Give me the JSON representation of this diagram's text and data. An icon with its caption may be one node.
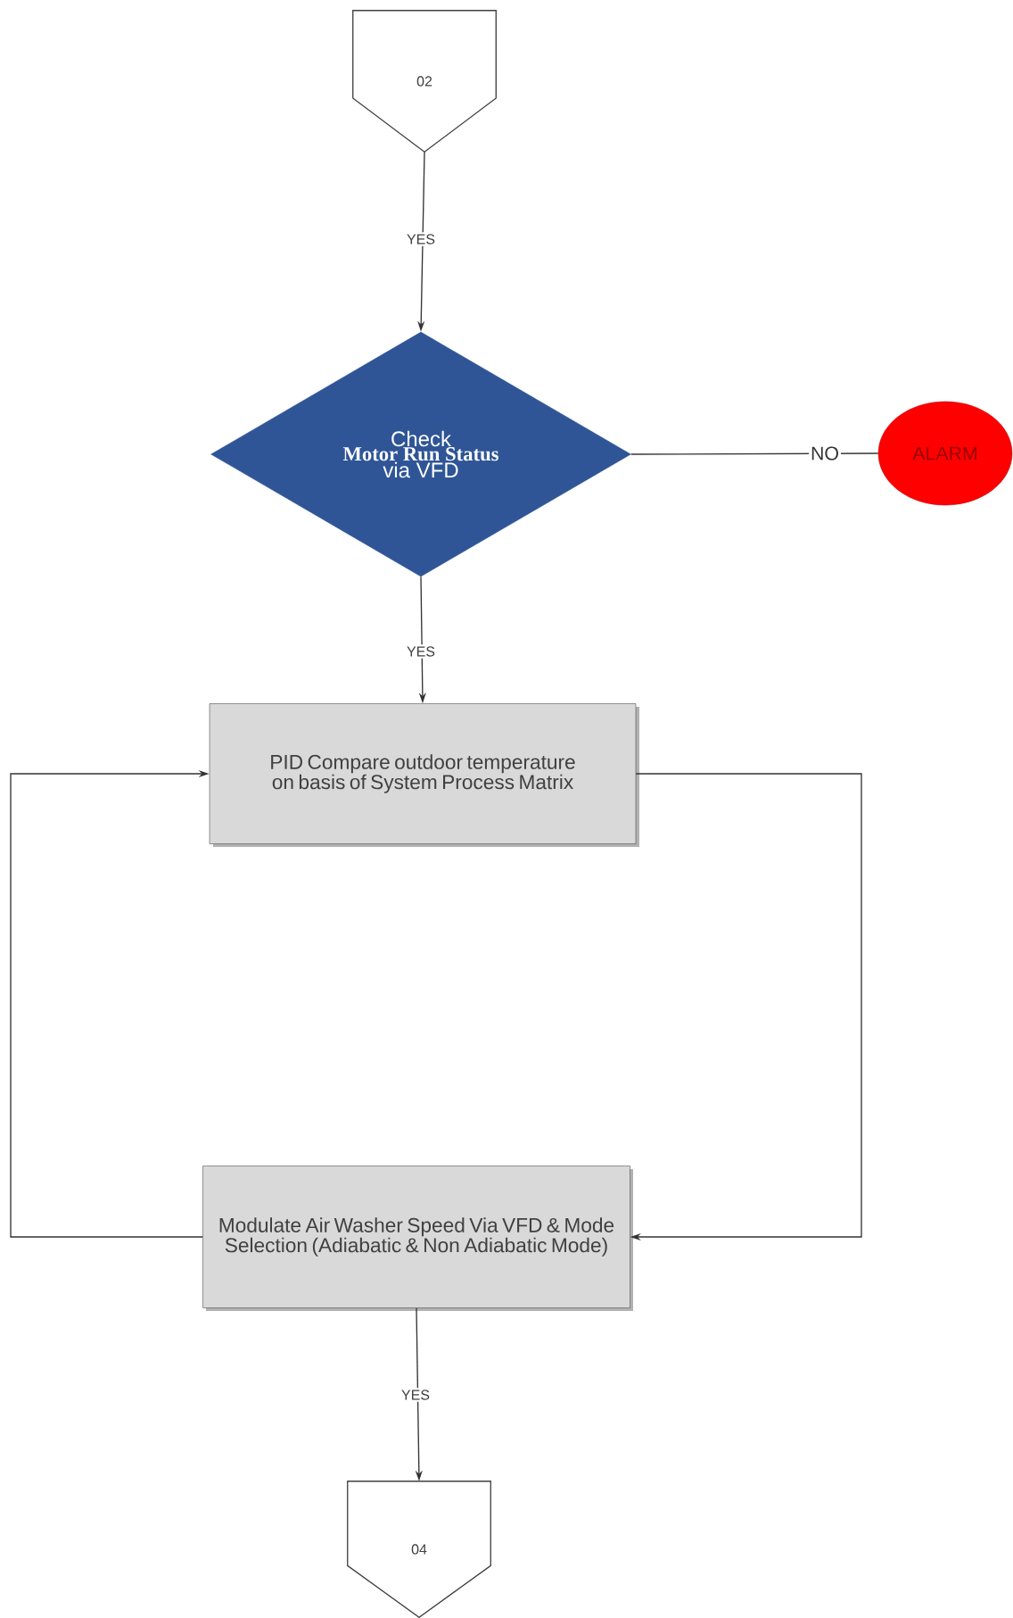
{
  "diagram": {
    "nodes": [
      {
        "text": [
          "02"
        ]
      },
      {
        "text": [
          "Check",
          "Motor Run Status",
          "via VFD"
        ]
      },
      {
        "text": [
          "ALARM"
        ]
      },
      {
        "text": [
          "PID Compare outdoor temperature on basis of System Process Matrix"
        ]
      },
      {
        "text": [
          "Modulate Air Washer Speed Via VFD & Mode Selection (Adiabatic & Non Adiabatic Mode)"
        ]
      },
      {
        "text": [
          "04"
        ]
      }
    ],
    "edges": [
      {
        "from": 0,
        "to": 1,
        "arrow": "to",
        "label": "YES"
      },
      {
        "from": 1,
        "to": 2,
        "arrow": "none",
        "label": "NO"
      },
      {
        "from": 1,
        "to": 3,
        "arrow": "to",
        "label": "YES"
      },
      {
        "from": 3,
        "to": 4,
        "arrow": "to"
      },
      {
        "from": 4,
        "to": 3,
        "arrow": "to"
      },
      {
        "from": 4,
        "to": 5,
        "arrow": "to",
        "label": "YES"
      }
    ]
  }
}
